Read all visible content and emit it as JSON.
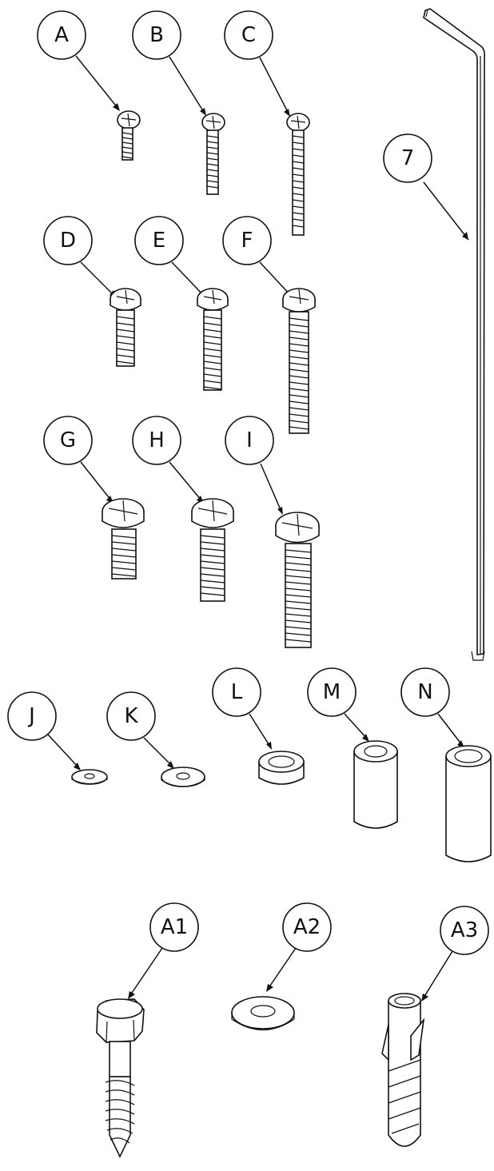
{
  "colors": {
    "ink": "#111111",
    "paper": "#ffffff"
  },
  "callouts": {
    "A": "A",
    "B": "B",
    "C": "C",
    "D": "D",
    "E": "E",
    "F": "F",
    "G": "G",
    "H": "H",
    "I": "I",
    "J": "J",
    "K": "K",
    "L": "L",
    "M": "M",
    "N": "N",
    "A1": "A1",
    "A2": "A2",
    "A3": "A3",
    "tool7": "7"
  },
  "parts": [
    {
      "id": "A",
      "kind": "screw"
    },
    {
      "id": "B",
      "kind": "screw"
    },
    {
      "id": "C",
      "kind": "screw"
    },
    {
      "id": "D",
      "kind": "screw"
    },
    {
      "id": "E",
      "kind": "screw"
    },
    {
      "id": "F",
      "kind": "screw"
    },
    {
      "id": "G",
      "kind": "screw"
    },
    {
      "id": "H",
      "kind": "screw"
    },
    {
      "id": "I",
      "kind": "screw"
    },
    {
      "id": "J",
      "kind": "washer"
    },
    {
      "id": "K",
      "kind": "washer"
    },
    {
      "id": "L",
      "kind": "spacer"
    },
    {
      "id": "M",
      "kind": "spacer"
    },
    {
      "id": "N",
      "kind": "spacer"
    },
    {
      "id": "A1",
      "kind": "lag-bolt"
    },
    {
      "id": "A2",
      "kind": "washer"
    },
    {
      "id": "A3",
      "kind": "wall-anchor"
    },
    {
      "id": "7",
      "kind": "hex-key"
    }
  ]
}
